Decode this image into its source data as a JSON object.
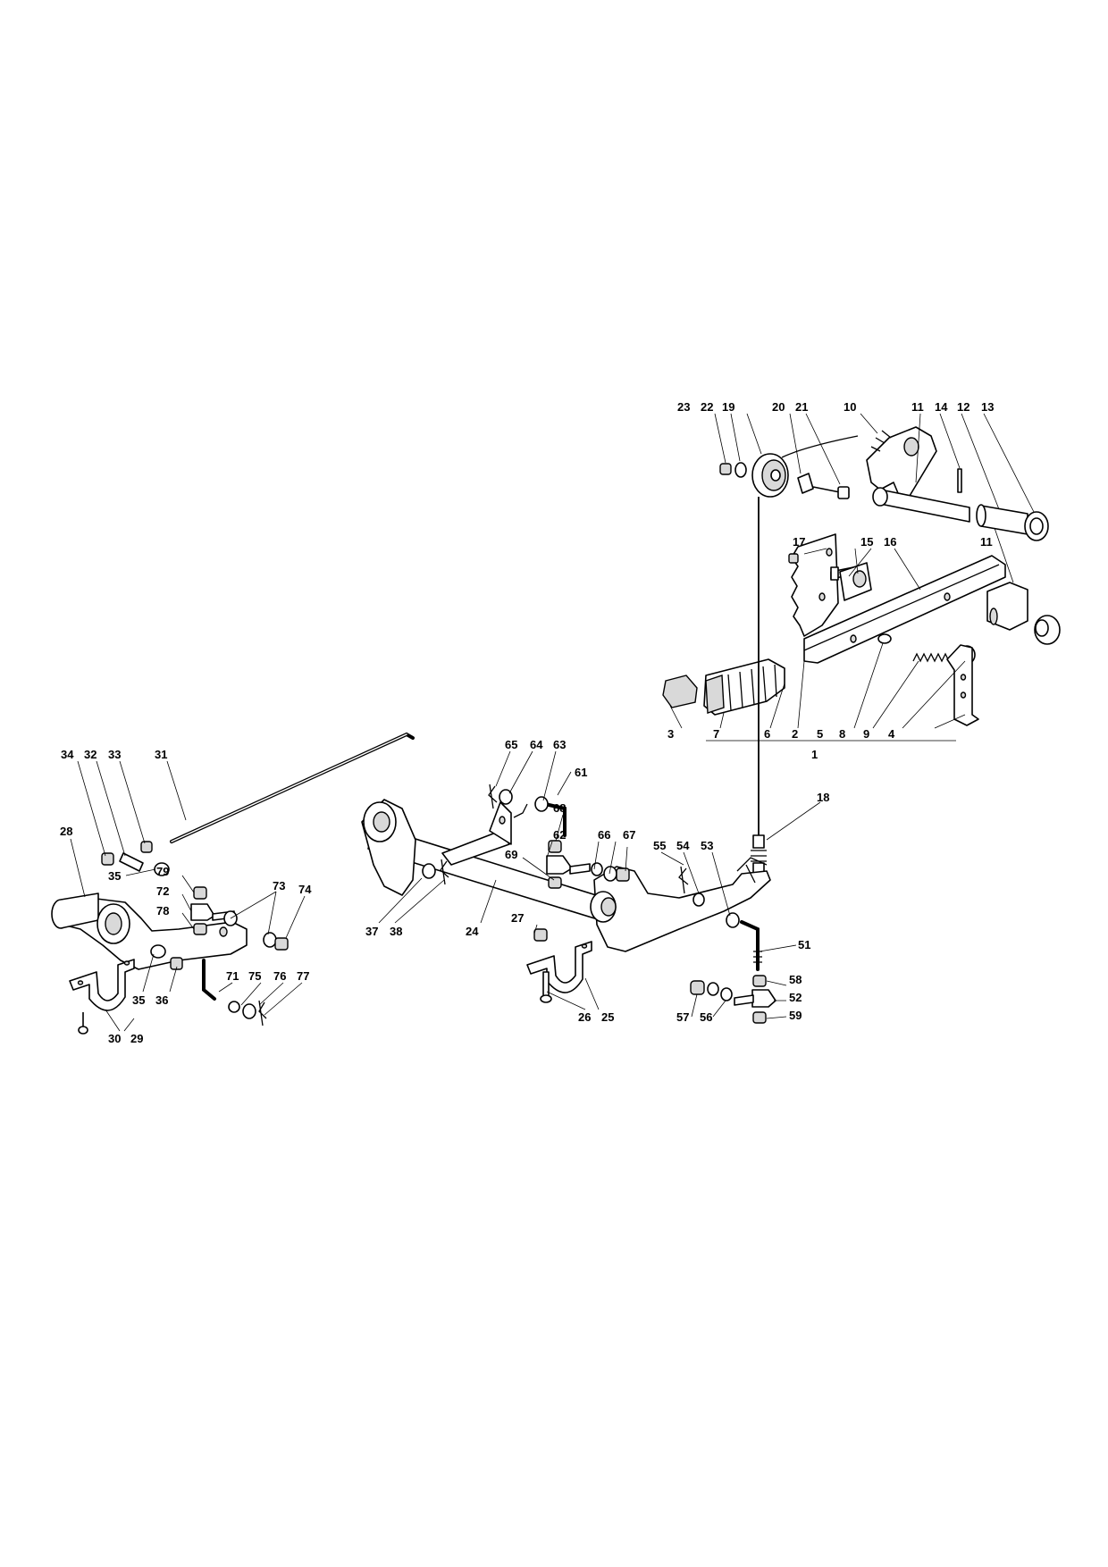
{
  "callouts": [
    {
      "id": "c23",
      "text": "23"
    },
    {
      "id": "c22",
      "text": "22"
    },
    {
      "id": "c19",
      "text": "19"
    },
    {
      "id": "c20",
      "text": "20"
    },
    {
      "id": "c21",
      "text": "21"
    },
    {
      "id": "c10",
      "text": "10"
    },
    {
      "id": "c11a",
      "text": "11"
    },
    {
      "id": "c14",
      "text": "14"
    },
    {
      "id": "c12",
      "text": "12"
    },
    {
      "id": "c13",
      "text": "13"
    },
    {
      "id": "c17",
      "text": "17"
    },
    {
      "id": "c15",
      "text": "15"
    },
    {
      "id": "c16",
      "text": "16"
    },
    {
      "id": "c11b",
      "text": "11"
    },
    {
      "id": "c3",
      "text": "3"
    },
    {
      "id": "c7",
      "text": "7"
    },
    {
      "id": "c6",
      "text": "6"
    },
    {
      "id": "c2",
      "text": "2"
    },
    {
      "id": "c5",
      "text": "5"
    },
    {
      "id": "c8",
      "text": "8"
    },
    {
      "id": "c9",
      "text": "9"
    },
    {
      "id": "c4",
      "text": "4"
    },
    {
      "id": "c1",
      "text": "1"
    },
    {
      "id": "c18",
      "text": "18"
    },
    {
      "id": "c34",
      "text": "34"
    },
    {
      "id": "c32",
      "text": "32"
    },
    {
      "id": "c33",
      "text": "33"
    },
    {
      "id": "c31",
      "text": "31"
    },
    {
      "id": "c35a",
      "text": "35"
    },
    {
      "id": "c28",
      "text": "28"
    },
    {
      "id": "c79",
      "text": "79"
    },
    {
      "id": "c72",
      "text": "72"
    },
    {
      "id": "c78",
      "text": "78"
    },
    {
      "id": "c73",
      "text": "73"
    },
    {
      "id": "c74",
      "text": "74"
    },
    {
      "id": "c35b",
      "text": "35"
    },
    {
      "id": "c36",
      "text": "36"
    },
    {
      "id": "c71",
      "text": "71"
    },
    {
      "id": "c75",
      "text": "75"
    },
    {
      "id": "c76",
      "text": "76"
    },
    {
      "id": "c77",
      "text": "77"
    },
    {
      "id": "c30",
      "text": "30"
    },
    {
      "id": "c29",
      "text": "29"
    },
    {
      "id": "c65",
      "text": "65"
    },
    {
      "id": "c64",
      "text": "64"
    },
    {
      "id": "c63",
      "text": "63"
    },
    {
      "id": "c61",
      "text": "61"
    },
    {
      "id": "c68",
      "text": "68"
    },
    {
      "id": "c62",
      "text": "62"
    },
    {
      "id": "c66",
      "text": "66"
    },
    {
      "id": "c67",
      "text": "67"
    },
    {
      "id": "c69",
      "text": "69"
    },
    {
      "id": "c37",
      "text": "37"
    },
    {
      "id": "c38",
      "text": "38"
    },
    {
      "id": "c24",
      "text": "24"
    },
    {
      "id": "c55",
      "text": "55"
    },
    {
      "id": "c54",
      "text": "54"
    },
    {
      "id": "c53",
      "text": "53"
    },
    {
      "id": "c27",
      "text": "27"
    },
    {
      "id": "c51",
      "text": "51"
    },
    {
      "id": "c58",
      "text": "58"
    },
    {
      "id": "c52",
      "text": "52"
    },
    {
      "id": "c59",
      "text": "59"
    },
    {
      "id": "c57",
      "text": "57"
    },
    {
      "id": "c56",
      "text": "56"
    },
    {
      "id": "c26",
      "text": "26"
    },
    {
      "id": "c25",
      "text": "25"
    }
  ]
}
